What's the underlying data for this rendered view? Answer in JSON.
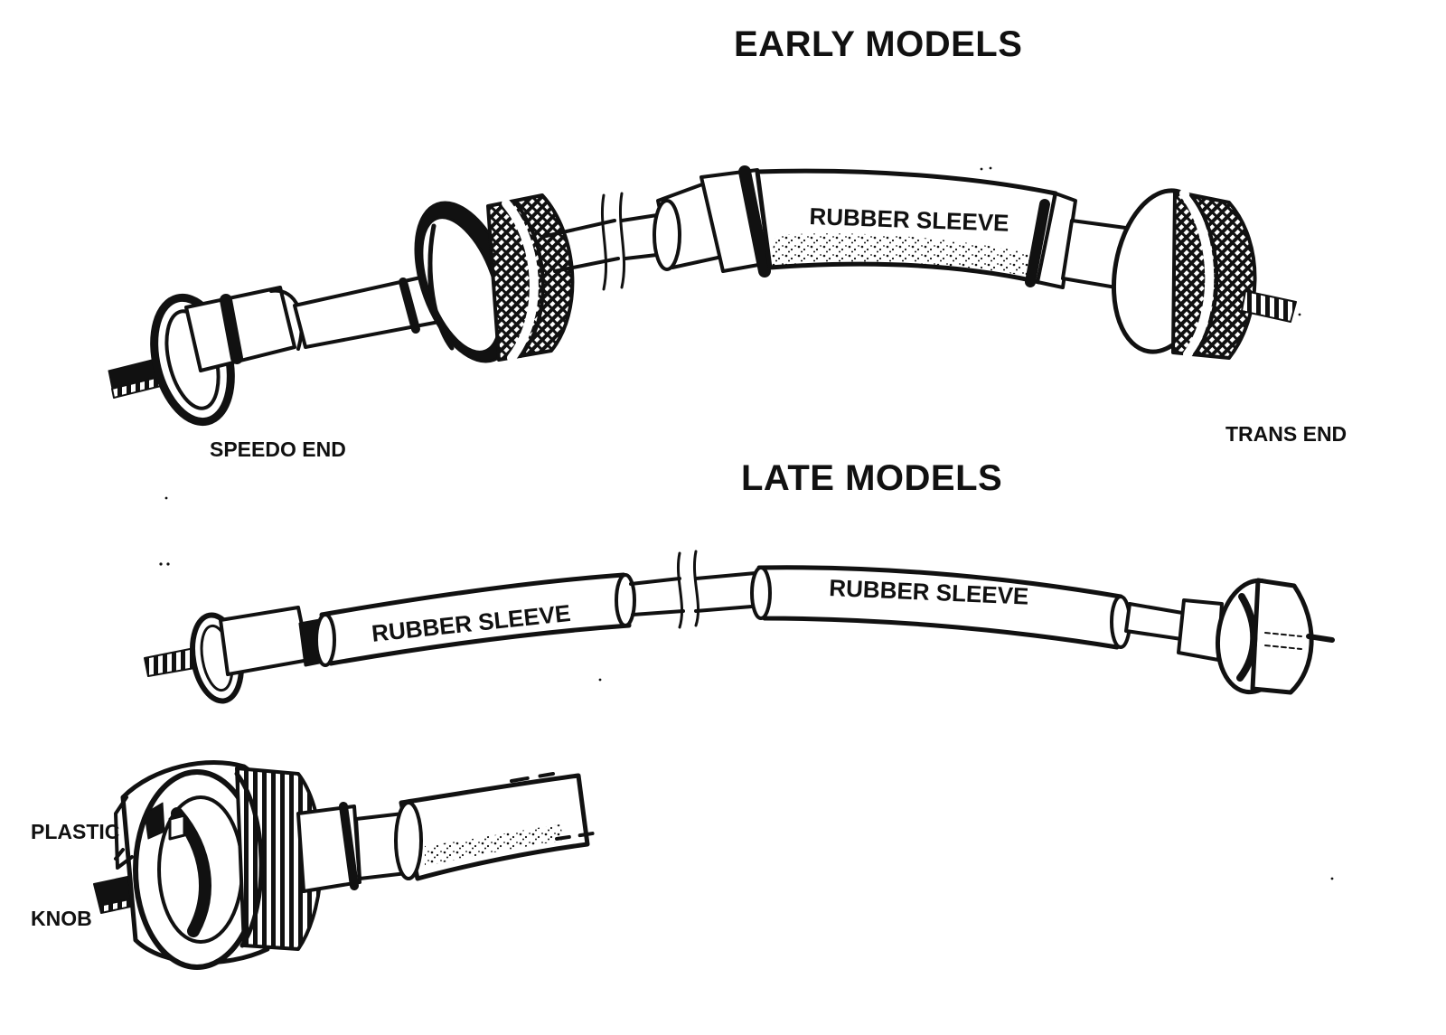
{
  "titles": {
    "early": "EARLY MODELS",
    "late": "LATE MODELS"
  },
  "early": {
    "speedo_end": "SPEEDO END",
    "trans_end": "TRANS END",
    "sleeve": "RUBBER SLEEVE"
  },
  "late": {
    "sleeve_left": "RUBBER SLEEVE",
    "sleeve_right": "RUBBER SLEEVE"
  },
  "detail": {
    "knob_line1": "PLASTIC",
    "knob_line2": "KNOB"
  },
  "colors": {
    "ink": "#111111",
    "paper": "#ffffff"
  }
}
